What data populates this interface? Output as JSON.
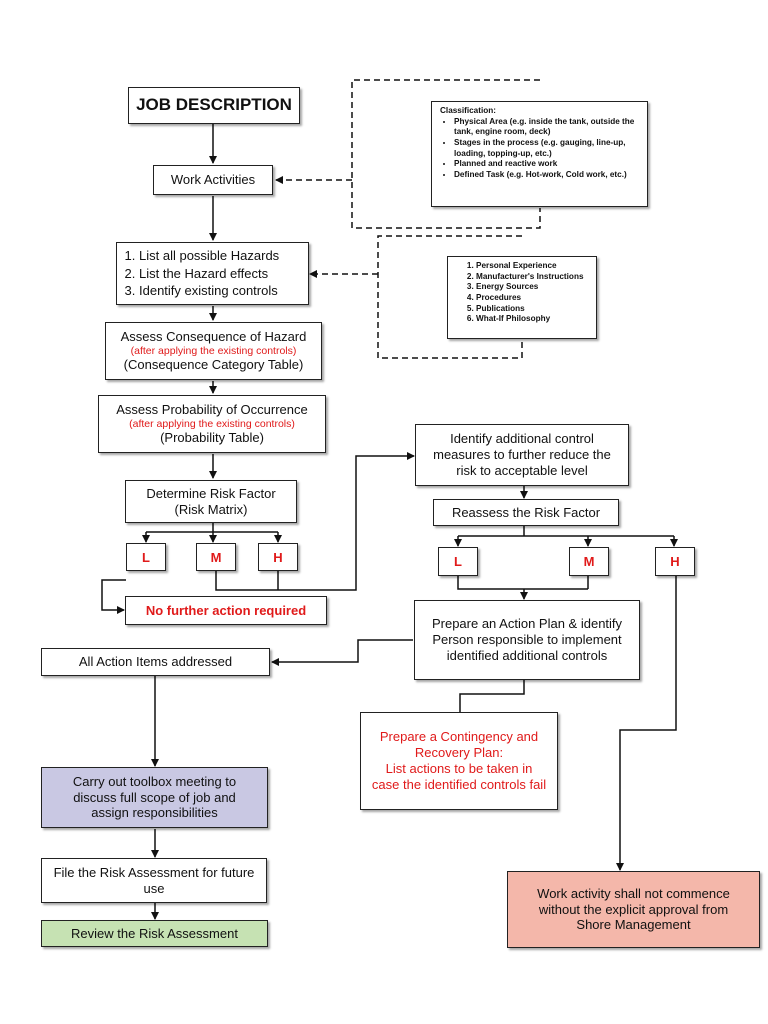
{
  "job_description": "JOB DESCRIPTION",
  "work_activities": "Work Activities",
  "classification": {
    "heading": "Classification:",
    "items": [
      "Physical Area (e.g. inside the tank, outside the tank, engine room, deck)",
      "Stages in the process (e.g. gauging, line-up, loading, topping-up, etc.)",
      "Planned and reactive work",
      "Defined Task (e.g. Hot-work, Cold work, etc.)"
    ]
  },
  "sources": {
    "items": [
      "Personal Experience",
      "Manufacturer's Instructions",
      "Energy Sources",
      "Procedures",
      "Publications",
      "What-If Philosophy"
    ]
  },
  "hazards": {
    "items": [
      "List all possible Hazards",
      "List the Hazard effects",
      "Identify existing controls"
    ]
  },
  "consequence": {
    "line1": "Assess Consequence of Hazard",
    "line2": "(after applying the existing controls)",
    "line3": "(Consequence Category Table)"
  },
  "probability": {
    "line1": "Assess Probability of Occurrence",
    "line2": "(after applying the existing controls)",
    "line3": "(Probability Table)"
  },
  "risk_factor": {
    "line1": "Determine Risk Factor",
    "line2": "(Risk Matrix)"
  },
  "levels": {
    "low": "L",
    "medium": "M",
    "high": "H"
  },
  "no_further_action": "No further action required",
  "identify_additional": "Identify additional control measures to further reduce the risk to acceptable level",
  "reassess": "Reassess the Risk Factor",
  "action_plan": "Prepare an Action Plan & identify Person responsible to implement identified additional controls",
  "all_actions": "All Action Items addressed",
  "contingency": {
    "line1": "Prepare a Contingency and Recovery Plan:",
    "line2": "List actions to be taken in case the identified controls fail"
  },
  "toolbox": "Carry out toolbox meeting to discuss full scope of job and assign responsibilities",
  "file_assessment": "File the Risk Assessment for future use",
  "review": "Review the Risk Assessment",
  "work_shall_not": "Work activity shall not commence without the explicit approval from Shore Management",
  "colors": {
    "red_text": "#e01a1a",
    "toolbox_fill": "#c9c8e3",
    "review_fill": "#c6e2b3",
    "shore_fill": "#f4b7aa"
  }
}
